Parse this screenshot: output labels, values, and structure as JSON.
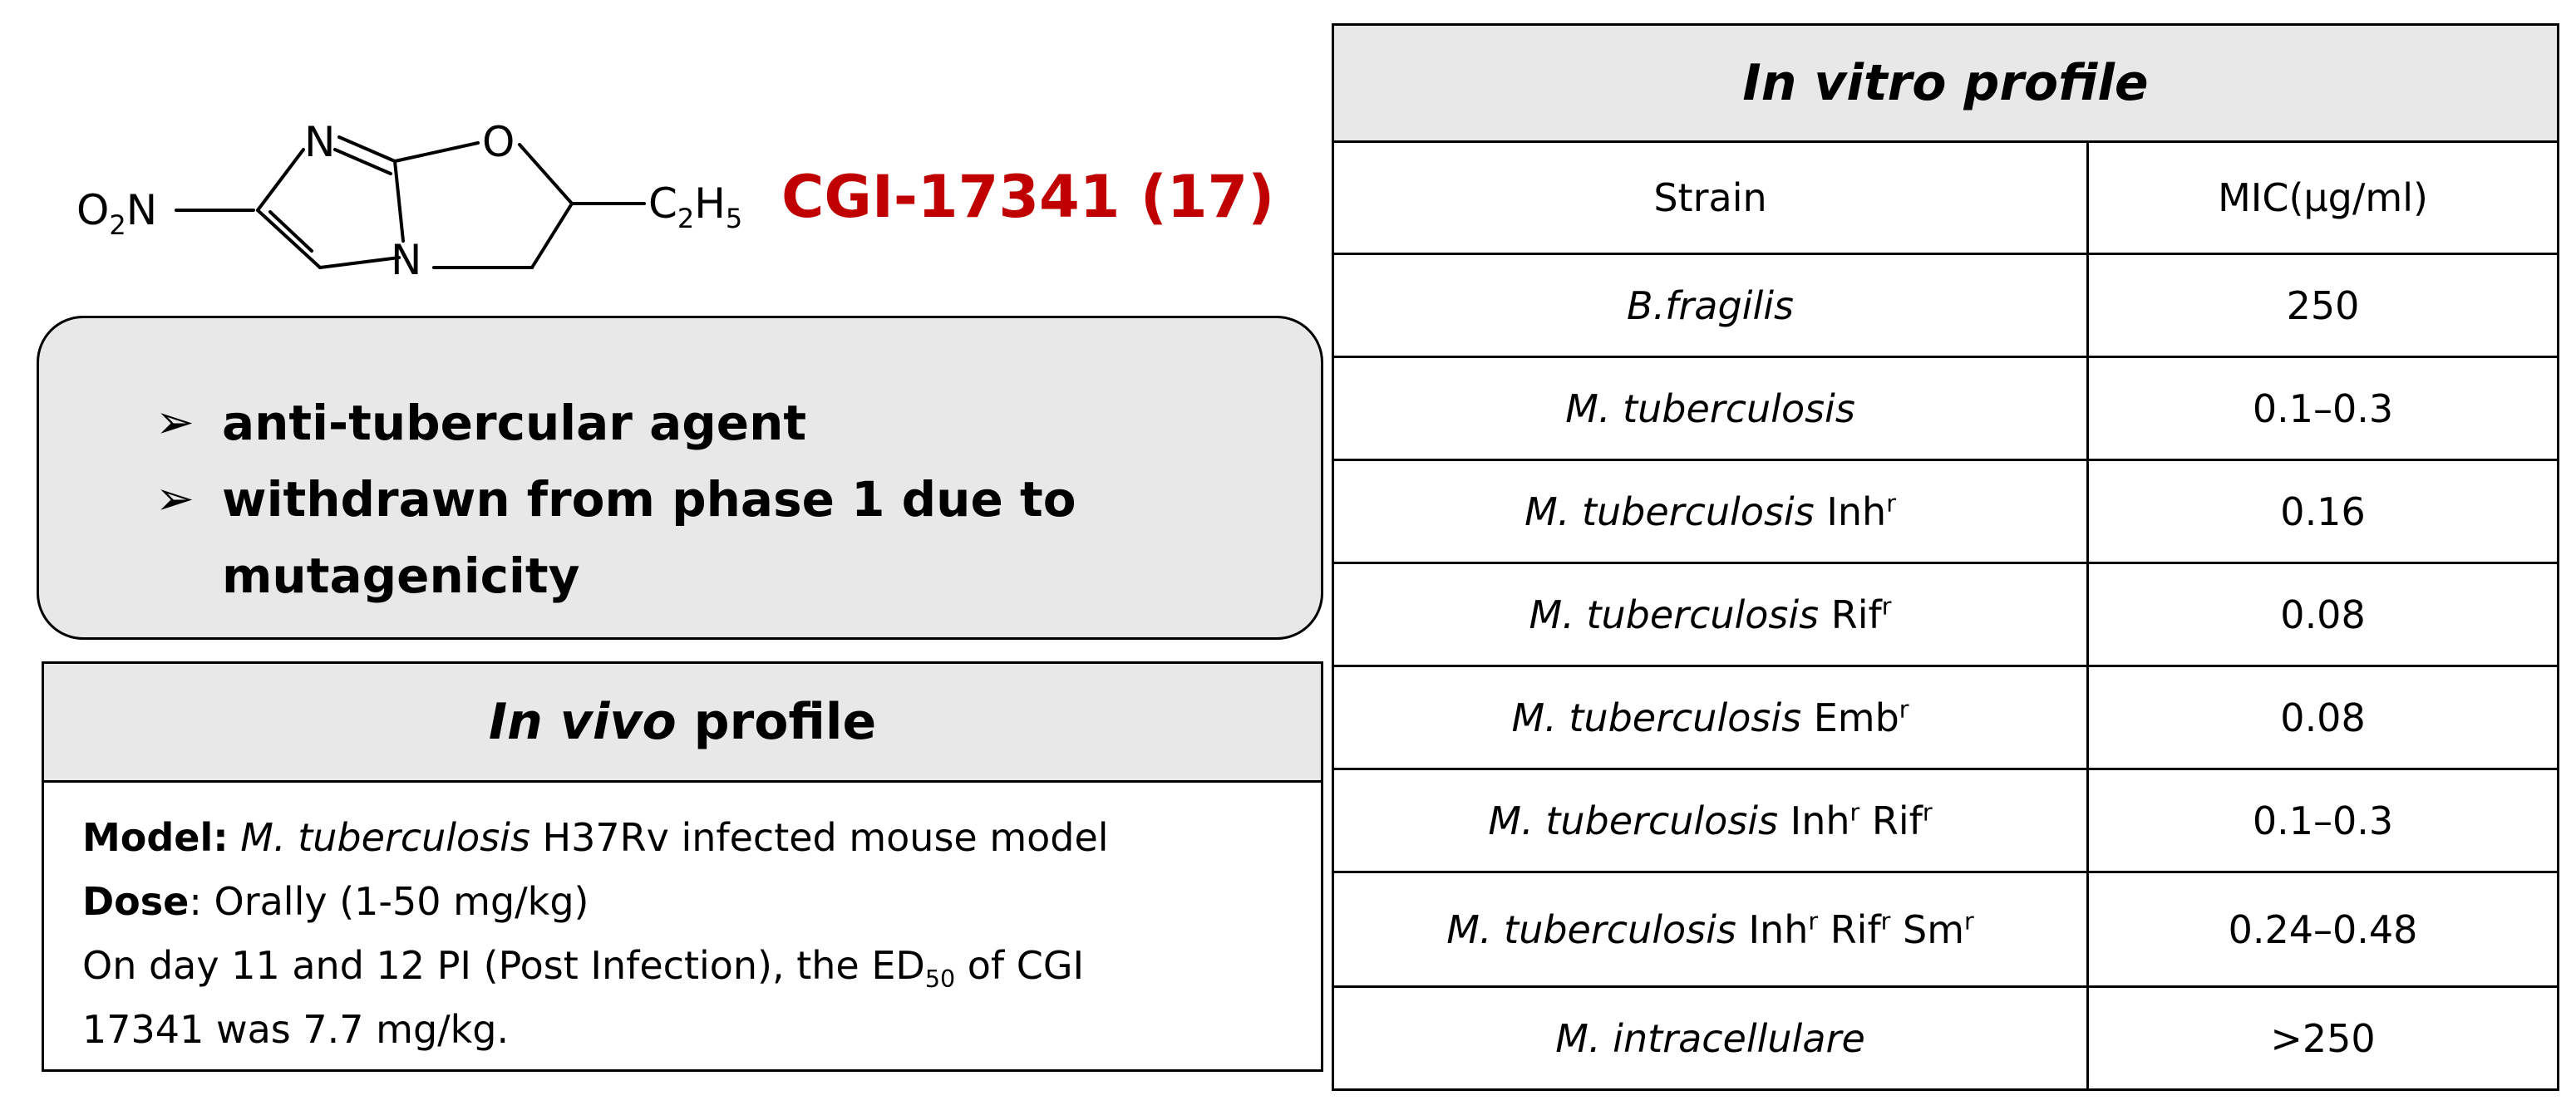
{
  "structure": {
    "ring_atoms": {
      "n_imine": "N",
      "o_ring": "O",
      "n_bridge": "N"
    },
    "substituents": {
      "nitro": {
        "main": "O",
        "sub": "2",
        "tail": "N"
      },
      "ethyl": {
        "main": "C",
        "sub1": "2",
        "mid": "H",
        "sub2": "5"
      }
    }
  },
  "compound": {
    "label": "CGI-17341 (17)",
    "color": "#c00000"
  },
  "bullets": {
    "marker": "➢",
    "items": [
      {
        "line1": "anti-tubercular agent",
        "line2": ""
      },
      {
        "line1": "withdrawn from phase 1 due to",
        "line2": "mutagenicity"
      }
    ]
  },
  "in_vivo": {
    "title_italic": "In vivo",
    "title_rest": " profile",
    "model_label": "Model:",
    "model_italic": " M. tuberculosis",
    "model_rest": " H37Rv infected mouse model",
    "dose_label": "Dose",
    "dose_rest": ": Orally (1-50 mg/kg)",
    "result_pre": "On day 11 and 12 PI (Post Infection), the ED",
    "result_sub": "50",
    "result_post": " of CGI",
    "result_line2": "17341 was 7.7 mg/kg."
  },
  "in_vitro": {
    "title": "In vitro profile",
    "headers": {
      "strain": "Strain",
      "mic": "MIC(µg/ml)"
    },
    "resistance_sup": "r",
    "rows": [
      {
        "organism": "B.fragilis",
        "res1": "",
        "res2": "",
        "res3": "",
        "mic": "250"
      },
      {
        "organism": "M. tuberculosis",
        "res1": "",
        "res2": "",
        "res3": "",
        "mic": "0.1–0.3"
      },
      {
        "organism": "M. tuberculosis",
        "res1": "Inh",
        "res2": "",
        "res3": "",
        "mic": "0.16"
      },
      {
        "organism": "M. tuberculosis",
        "res1": "Rif",
        "res2": "",
        "res3": "",
        "mic": "0.08"
      },
      {
        "organism": "M. tuberculosis",
        "res1": "Emb",
        "res2": "",
        "res3": "",
        "mic": "0.08"
      },
      {
        "organism": "M. tuberculosis",
        "res1": "Inh",
        "res2": "Rif",
        "res3": "",
        "mic": "0.1–0.3"
      },
      {
        "organism": "M. tuberculosis",
        "res1": "Inh",
        "res2": "Rif",
        "res3": "Sm",
        "mic": "0.24–0.48"
      },
      {
        "organism": "M. intracellulare",
        "res1": "",
        "res2": "",
        "res3": "",
        "mic": ">250"
      }
    ]
  }
}
